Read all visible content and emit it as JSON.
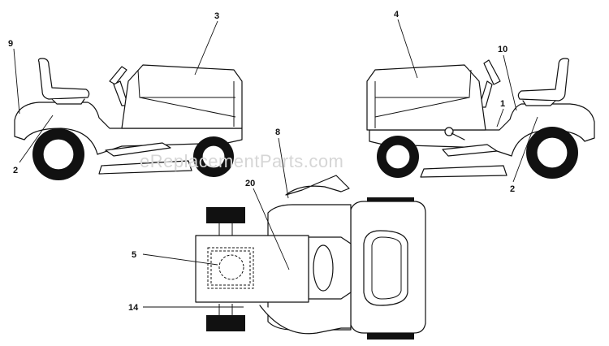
{
  "watermark": "eReplacementParts.com",
  "callouts": [
    {
      "id": "9",
      "label": "9"
    },
    {
      "id": "3",
      "label": "3"
    },
    {
      "id": "2a",
      "label": "2"
    },
    {
      "id": "4",
      "label": "4"
    },
    {
      "id": "10",
      "label": "10"
    },
    {
      "id": "1",
      "label": "1"
    },
    {
      "id": "2b",
      "label": "2"
    },
    {
      "id": "8",
      "label": "8"
    },
    {
      "id": "20",
      "label": "20"
    },
    {
      "id": "5",
      "label": "5"
    },
    {
      "id": "14",
      "label": "14"
    }
  ],
  "colors": {
    "line": "#111111",
    "background": "#ffffff",
    "watermark": "#d6d6d6"
  }
}
